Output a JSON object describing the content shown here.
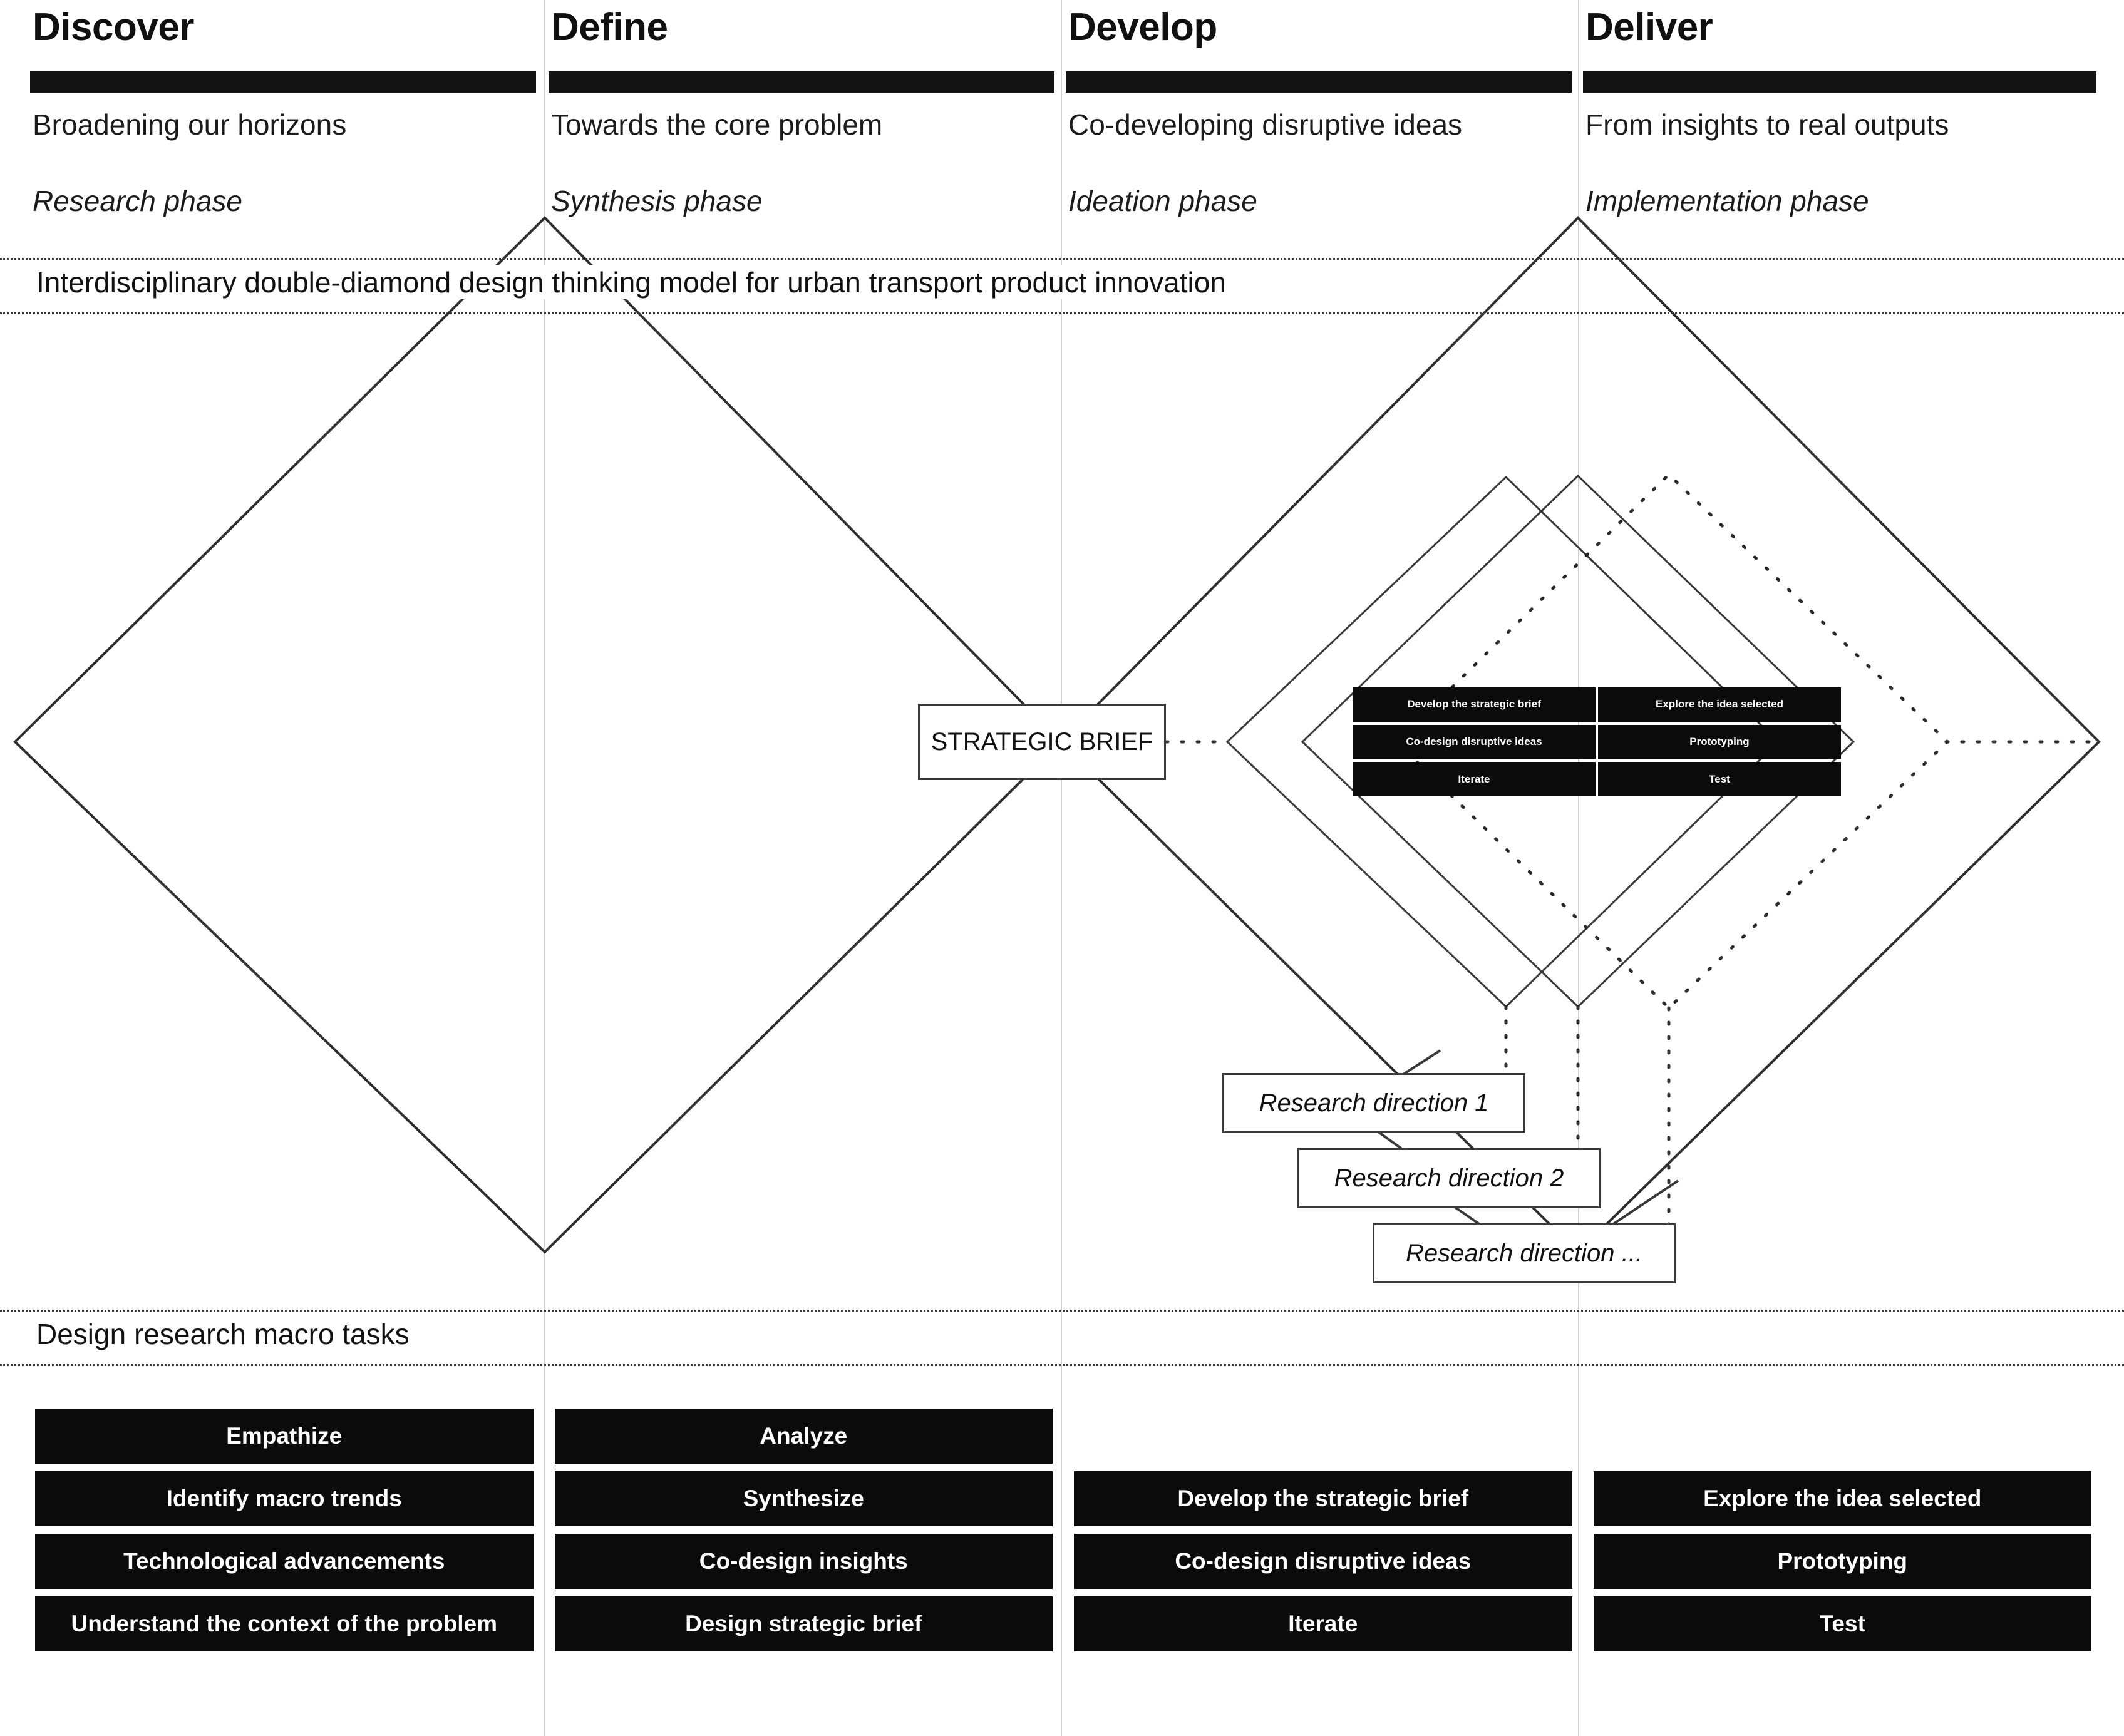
{
  "phases": [
    {
      "title": "Discover",
      "subtitle": "Broadening our horizons",
      "phase_label": "Research phase"
    },
    {
      "title": "Define",
      "subtitle": "Towards the core problem",
      "phase_label": "Synthesis phase"
    },
    {
      "title": "Develop",
      "subtitle": "Co-developing disruptive ideas",
      "phase_label": "Ideation phase"
    },
    {
      "title": "Deliver",
      "subtitle": "From insights to real outputs",
      "phase_label": "Implementation phase"
    }
  ],
  "bands": {
    "model_caption": "Interdisciplinary double-diamond design thinking model for urban transport product innovation",
    "macro_caption": "Design research macro tasks"
  },
  "strategic_brief": {
    "label": "STRATEGIC BRIEF"
  },
  "mini_table": {
    "cells": [
      "Develop the strategic brief",
      "Explore the idea selected",
      "Co-design disruptive ideas",
      "Prototyping",
      "Iterate",
      "Test"
    ]
  },
  "research_directions": [
    {
      "label": "Research direction 1"
    },
    {
      "label": "Research direction 2"
    },
    {
      "label": "Research direction ..."
    }
  ],
  "macro_tasks": {
    "columns": [
      "Discover",
      "Define",
      "Develop",
      "Deliver"
    ],
    "rows": [
      [
        "Empathize",
        "Analyze",
        "",
        ""
      ],
      [
        "Identify macro trends",
        "Synthesize",
        "Develop the strategic brief",
        "Explore the idea selected"
      ],
      [
        "Technological advancements",
        "Co-design insights",
        "Co-design disruptive ideas",
        "Prototyping"
      ],
      [
        "Understand the context of the problem",
        "Design strategic brief",
        "Iterate",
        "Test"
      ]
    ]
  },
  "colors": {
    "ink": "#111111",
    "bar_black": "#131313",
    "cell_black": "#0b0b0b",
    "cell_text": "#ffffff",
    "guide_grey": "#d2d2d2",
    "line_dark": "#333333"
  }
}
